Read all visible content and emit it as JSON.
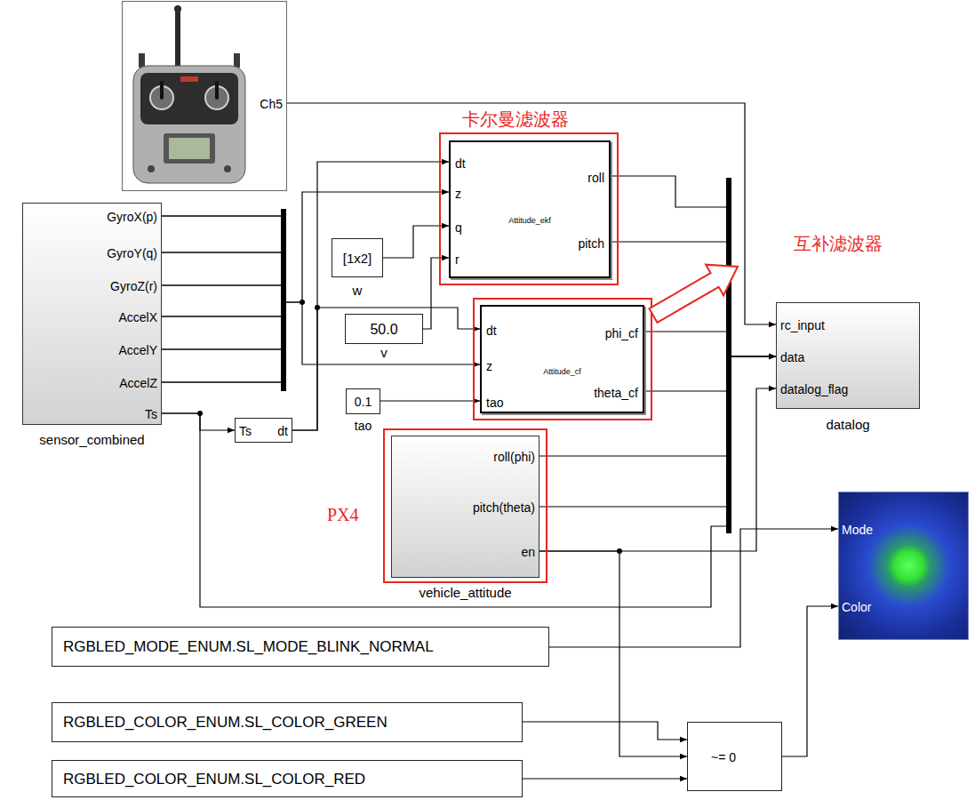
{
  "diagram": {
    "nodes": [
      {
        "text": [
          "Ch5"
        ]
      },
      {
        "text": [
          "GyroX(p)",
          "GyroY(q)",
          "GyroZ(r)",
          "AccelX",
          "AccelY",
          "AccelZ",
          "Ts",
          "sensor_combined"
        ]
      },
      {
        "text": [
          "Ts",
          "dt"
        ]
      },
      {
        "text": [
          "dt",
          "z",
          "q",
          "r",
          "roll",
          "pitch",
          "Attitude_ekf"
        ]
      },
      {
        "text": [
          "[1x2]",
          "w"
        ]
      },
      {
        "text": [
          "50.0",
          "v"
        ]
      },
      {
        "text": [
          "dt",
          "z",
          "tao",
          "phi_cf",
          "theta_cf",
          "Attitude_cf"
        ]
      },
      {
        "text": [
          "0.1",
          "tao"
        ]
      },
      {
        "text": [
          "roll(phi)",
          "pitch(theta)",
          "en",
          "vehicle_attitude"
        ]
      },
      {
        "text": [
          "rc_input",
          "data",
          "datalog_flag",
          "datalog"
        ]
      },
      {
        "text": [
          "Mode",
          "Color"
        ]
      },
      {
        "text": [
          "RGBLED_MODE_ENUM.SL_MODE_BLINK_NORMAL"
        ]
      },
      {
        "text": [
          "RGBLED_COLOR_ENUM.SL_COLOR_GREEN"
        ]
      },
      {
        "text": [
          "RGBLED_COLOR_ENUM.SL_COLOR_RED"
        ]
      },
      {
        "text": [
          "~= 0"
        ]
      }
    ],
    "edges": [
      {
        "from": 0,
        "to": 9,
        "arrow": "to"
      },
      {
        "from": 1,
        "to": 3,
        "arrow": "to"
      },
      {
        "from": 1,
        "to": 6,
        "arrow": "to"
      },
      {
        "from": 1,
        "to": 2,
        "arrow": "to"
      },
      {
        "from": 1,
        "to": 9,
        "arrow": "to"
      },
      {
        "from": 2,
        "to": 3,
        "arrow": "to"
      },
      {
        "from": 2,
        "to": 6,
        "arrow": "to"
      },
      {
        "from": 4,
        "to": 3,
        "arrow": "to"
      },
      {
        "from": 5,
        "to": 3,
        "arrow": "to"
      },
      {
        "from": 7,
        "to": 6,
        "arrow": "to"
      },
      {
        "from": 3,
        "to": 9,
        "arrow": "to"
      },
      {
        "from": 6,
        "to": 9,
        "arrow": "to"
      },
      {
        "from": 8,
        "to": 9,
        "arrow": "to"
      },
      {
        "from": 8,
        "to": 9,
        "arrow": "to"
      },
      {
        "from": 8,
        "to": 14,
        "arrow": "to"
      },
      {
        "from": 11,
        "to": 10,
        "arrow": "to"
      },
      {
        "from": 12,
        "to": 14,
        "arrow": "to"
      },
      {
        "from": 13,
        "to": 14,
        "arrow": "to"
      },
      {
        "from": 14,
        "to": 10,
        "arrow": "to"
      }
    ],
    "labels": [
      "卡尔曼滤波器",
      "互补滤波器",
      "PX4"
    ]
  }
}
